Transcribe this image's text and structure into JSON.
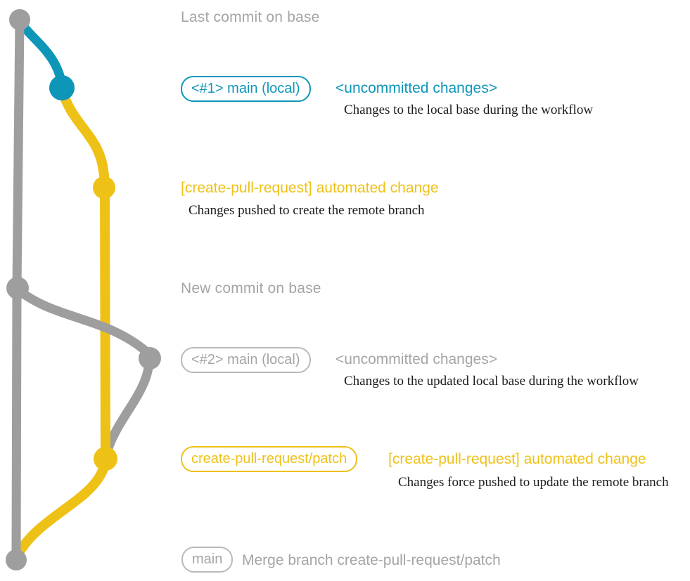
{
  "colors": {
    "teal": "#0e96b9",
    "yellow": "#eec117",
    "gray": "#9e9e9e",
    "grayText": "#a5a5a5",
    "grayBorder": "#b9b9b9",
    "ink": "#1b1b1b",
    "bg": "#ffffff"
  },
  "graph": {
    "commit_count": 7,
    "branches": [
      "base",
      "local-main",
      "create-pull-request/patch"
    ]
  },
  "sections": {
    "last_commit_label": "Last commit on base",
    "row1": {
      "badge": "<#1> main (local)",
      "note": "<uncommitted changes>",
      "desc": "Changes to the local base during the workflow"
    },
    "row2": {
      "title": "[create-pull-request] automated change",
      "desc": "Changes pushed to create the remote branch"
    },
    "new_commit_label": "New commit on base",
    "row3": {
      "badge": "<#2> main (local)",
      "note": "<uncommitted changes>",
      "desc": "Changes to the updated local base during the workflow"
    },
    "row4": {
      "badge": "create-pull-request/patch",
      "title": "[create-pull-request] automated change",
      "desc": "Changes force pushed to update the remote branch"
    },
    "row5": {
      "badge": "main",
      "text": "Merge branch create-pull-request/patch"
    }
  }
}
